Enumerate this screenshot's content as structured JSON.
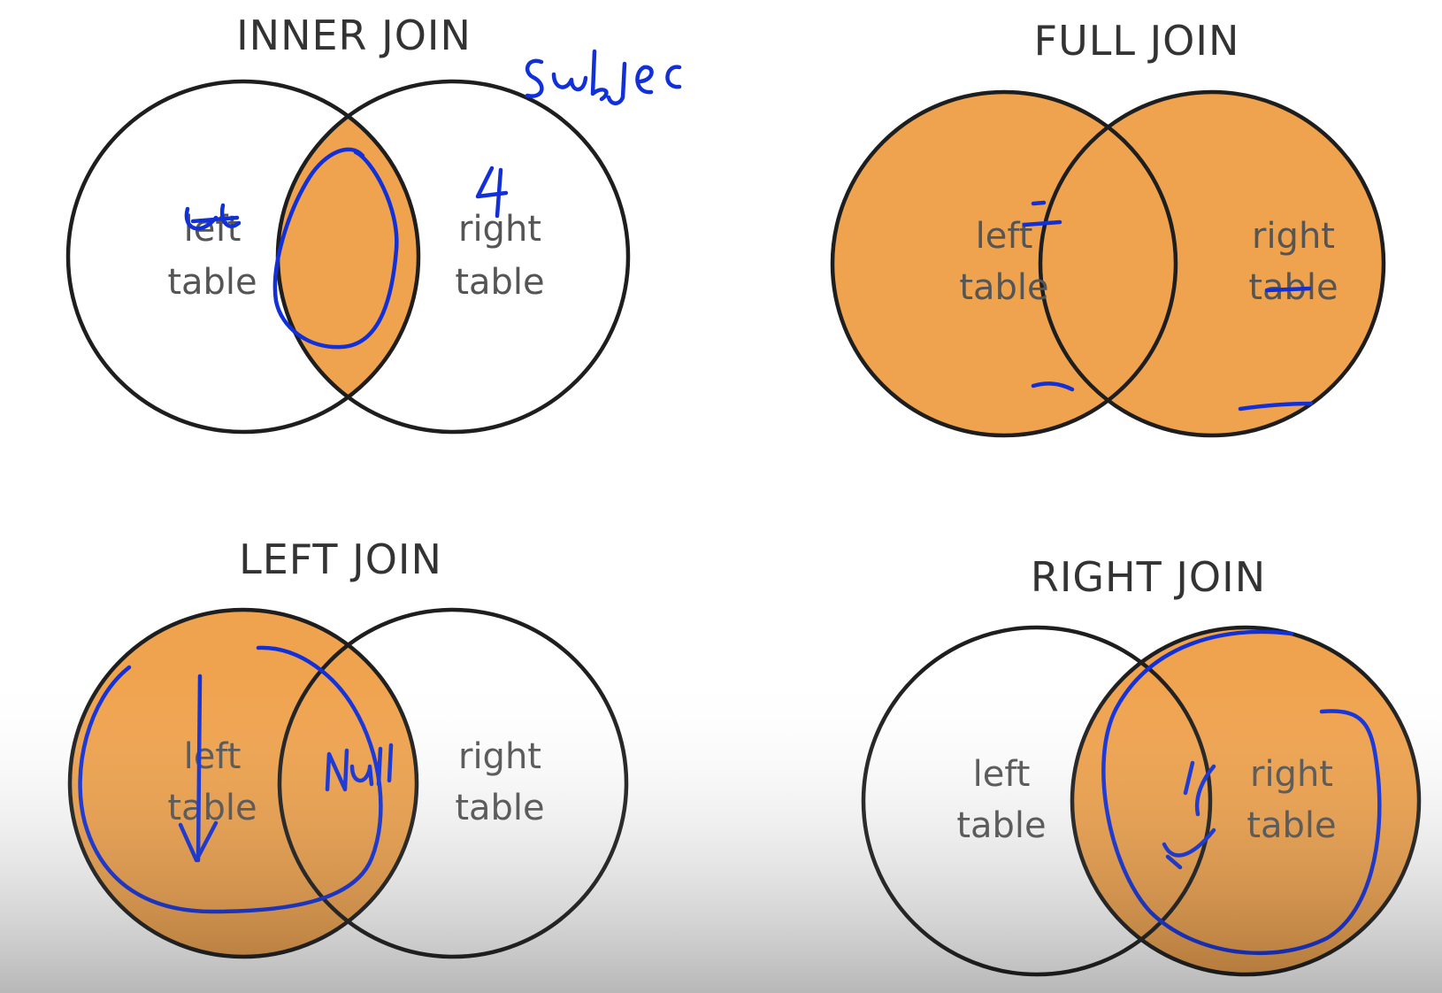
{
  "diagrams": [
    {
      "title": "INNER JOIN",
      "left_label": [
        "left",
        "table"
      ],
      "right_label": [
        "right",
        "table"
      ],
      "highlight": "intersection"
    },
    {
      "title": "FULL JOIN",
      "left_label": [
        "left",
        "table"
      ],
      "right_label": [
        "right",
        "table"
      ],
      "highlight": "both"
    },
    {
      "title": "LEFT JOIN",
      "left_label": [
        "left",
        "table"
      ],
      "right_label": [
        "right",
        "table"
      ],
      "highlight": "left"
    },
    {
      "title": "RIGHT JOIN",
      "left_label": [
        "left",
        "table"
      ],
      "right_label": [
        "right",
        "table"
      ],
      "highlight": "right"
    }
  ],
  "annotations": {
    "subject_note": "Subjec",
    "four_note": "4",
    "null_note": "Null"
  },
  "colors": {
    "fill": "#f0a34e",
    "outline": "#1e1e1e",
    "ink": "#1230d8",
    "label": "#555555"
  }
}
